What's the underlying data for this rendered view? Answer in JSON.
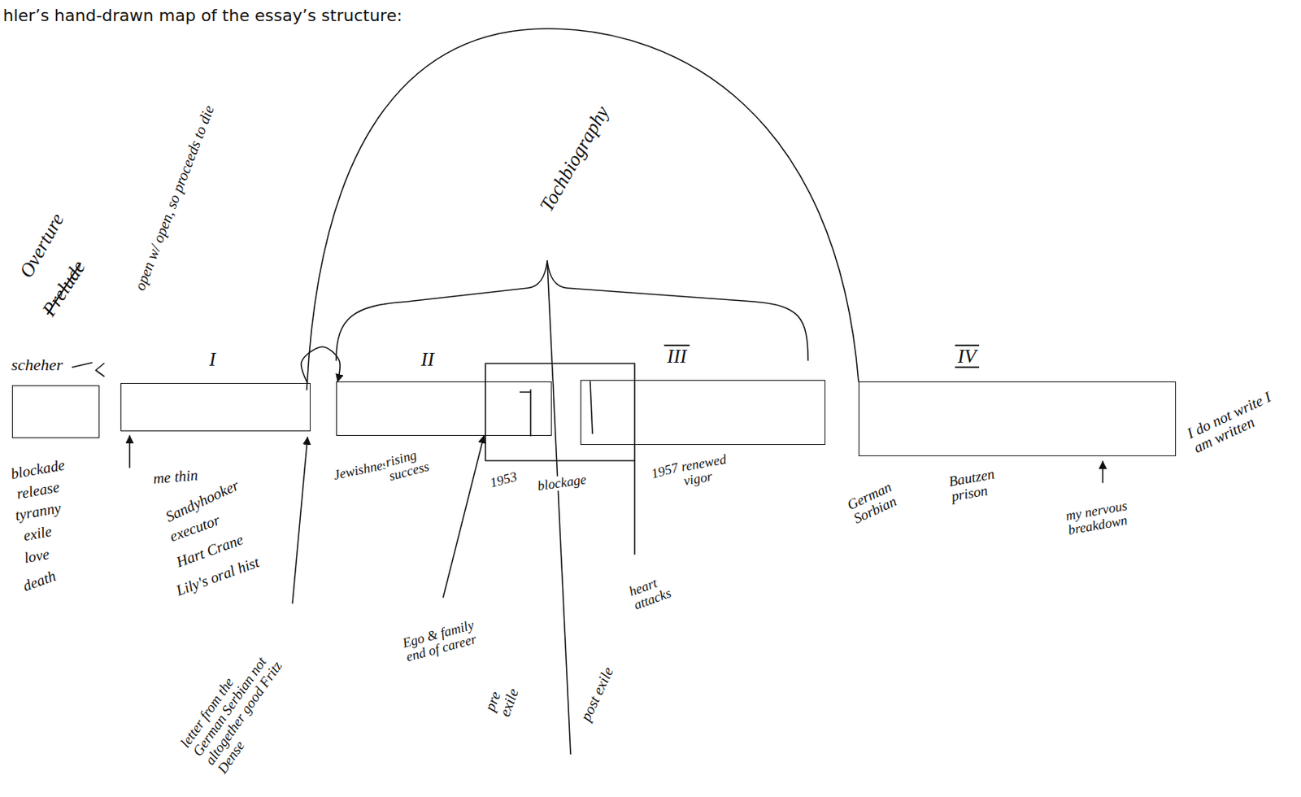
{
  "diagram": {
    "title": "hler’s hand-drawn map of the essay’s structure:",
    "nodes": [
      {
        "text": [
          "scheher"
        ]
      },
      {
        "text": [
          "I"
        ]
      },
      {
        "text": [
          "II"
        ]
      },
      {
        "text": [
          "III"
        ]
      },
      {
        "text": [
          "IV"
        ]
      }
    ],
    "edges": [
      {
        "from": 1,
        "to": 2,
        "arrow": "to"
      }
    ],
    "labels": [
      "Overture",
      "Prelude",
      "open w/ open, so proceeds to die",
      "blockade",
      "release",
      "tyranny",
      "exile",
      "love",
      "death",
      "me thin",
      "Sandyhooker",
      "executor",
      "Hart Crane",
      "Lily's oral hist",
      "letter from the German Serbian not altogether good Fritz Dense",
      "Tochbiography",
      "Jewishness",
      "rising success",
      "1953",
      "blockage",
      "1957",
      "renewed vigor",
      "Ego & family end of career",
      "heart attacks",
      "pre exile",
      "post exile",
      "German Sorbian",
      "Bautzen prison",
      "my nervous breakdown",
      "I do not write I am written"
    ]
  }
}
